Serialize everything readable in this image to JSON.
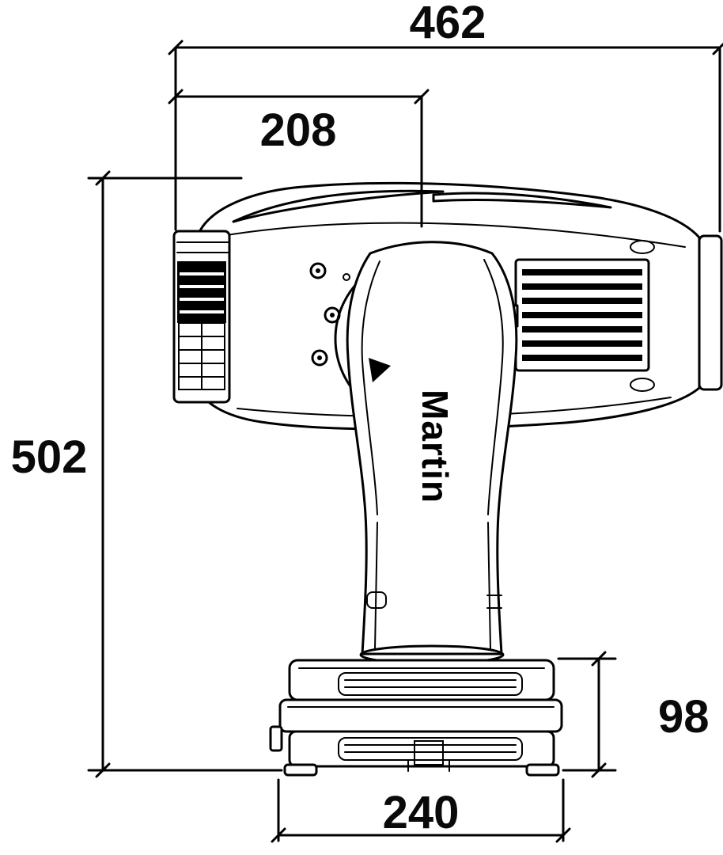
{
  "drawing": {
    "brand": "Martin",
    "dimensions": {
      "total_width": "462",
      "front_width": "208",
      "total_height": "502",
      "base_height": "98",
      "base_width": "240"
    },
    "colors": {
      "line": "#000000",
      "background": "#ffffff"
    }
  }
}
